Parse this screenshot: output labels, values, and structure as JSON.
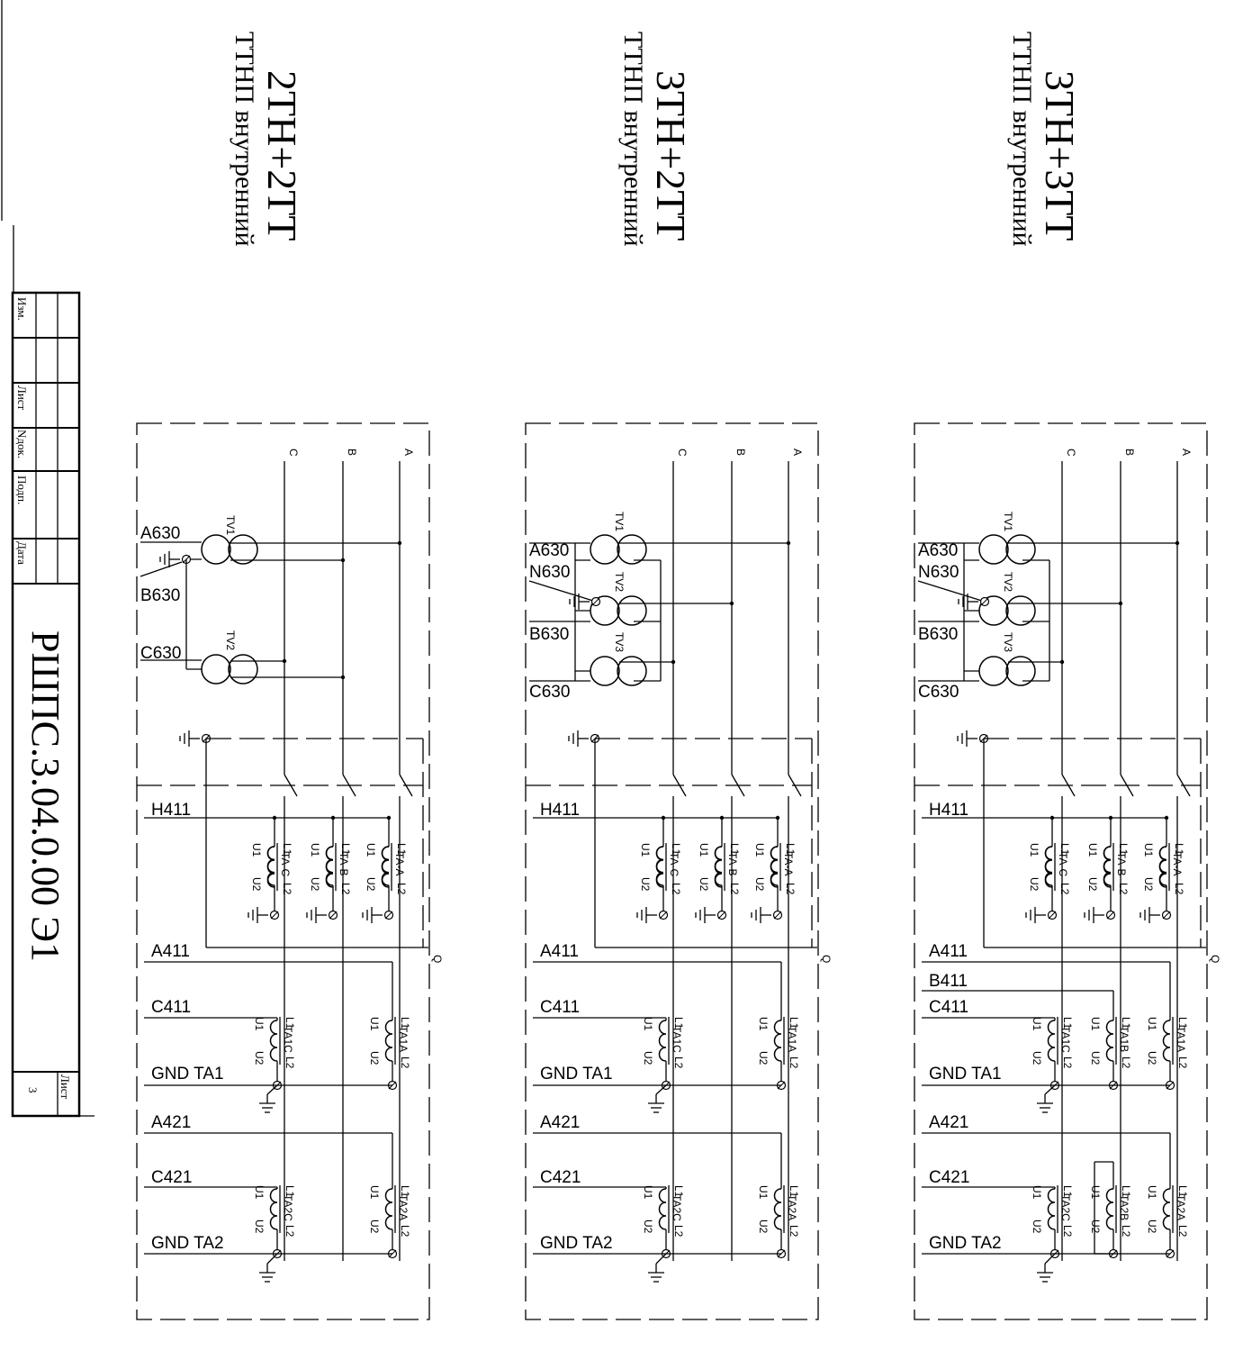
{
  "stamp": {
    "columns": [
      "Изм.",
      "Лист",
      "Nдок.",
      "Подп.",
      "Дата"
    ],
    "doc_number": "РШПС.3.04.0.00 Э1",
    "sheet_label": "Лист",
    "sheet_number": "3"
  },
  "panels": [
    {
      "title": "2ТН+2ТТ",
      "subtitle": "ТТНП внутренний",
      "phases": [
        "A",
        "B",
        "C"
      ],
      "tv": [
        "TV1",
        "TV2"
      ],
      "tv_labels": [
        "A630",
        "B630",
        "C630"
      ],
      "bus_labels": [
        "H411",
        "A411",
        "C411",
        "GND TA1",
        "A421",
        "C421",
        "GND TA2"
      ],
      "ta_labels": [
        "TA-A",
        "TA-B",
        "TA-C"
      ],
      "ta1": [
        "TA1A",
        "TA1C"
      ],
      "ta2": [
        "TA2A",
        "TA2C"
      ]
    },
    {
      "title": "3ТН+2ТТ",
      "subtitle": "ТТНП внутренний",
      "phases": [
        "A",
        "B",
        "C"
      ],
      "tv": [
        "TV1",
        "TV2",
        "TV3"
      ],
      "tv_labels": [
        "A630",
        "N630",
        "B630",
        "C630"
      ],
      "bus_labels": [
        "H411",
        "A411",
        "C411",
        "GND TA1",
        "A421",
        "C421",
        "GND TA2"
      ],
      "ta_labels": [
        "TA-A",
        "TA-B",
        "TA-C"
      ],
      "ta1": [
        "TA1A",
        "TA1C"
      ],
      "ta2": [
        "TA2A",
        "TA2C"
      ]
    },
    {
      "title": "3ТН+3ТТ",
      "subtitle": "ТТНП внутренний",
      "phases": [
        "A",
        "B",
        "C"
      ],
      "tv": [
        "TV1",
        "TV2",
        "TV3"
      ],
      "tv_labels": [
        "A630",
        "N630",
        "B630",
        "C630"
      ],
      "bus_labels": [
        "H411",
        "A411",
        "B411",
        "C411",
        "GND TA1",
        "A421",
        "C421",
        "GND TA2"
      ],
      "ta_labels": [
        "TA-A",
        "TA-B",
        "TA-C"
      ],
      "ta1": [
        "TA1A",
        "TA1B",
        "TA1C"
      ],
      "ta2": [
        "TA2A",
        "TA2B",
        "TA2C"
      ]
    }
  ],
  "terminal_labels": [
    "L1",
    "L2",
    "U1",
    "U2"
  ],
  "q_label": "Q"
}
